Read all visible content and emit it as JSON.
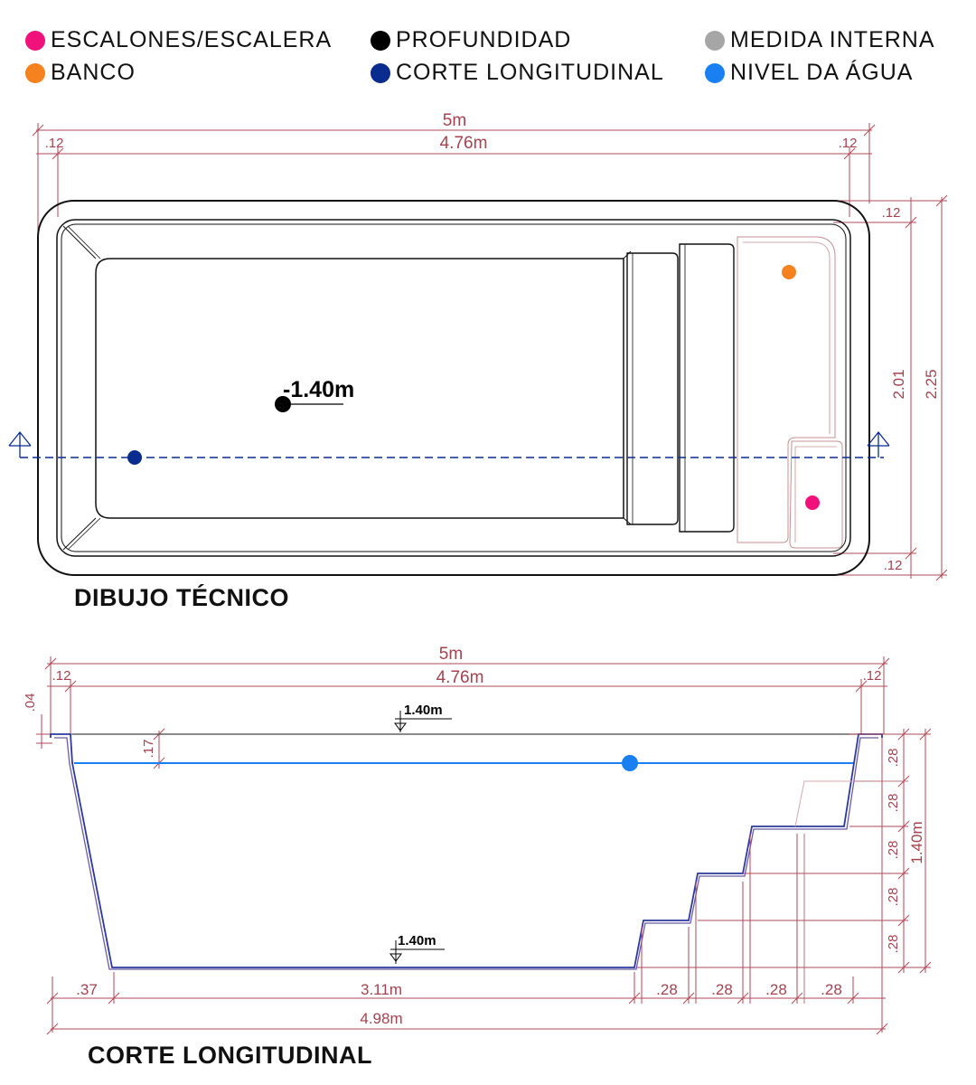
{
  "legend": [
    {
      "label": "ESCALONES/ESCALERA",
      "color": "#f0127a"
    },
    {
      "label": "PROFUNDIDAD",
      "color": "#000000"
    },
    {
      "label": "MEDIDA INTERNA",
      "color": "#a6a6a6"
    },
    {
      "label": "BANCO",
      "color": "#f5821f"
    },
    {
      "label": "CORTE LONGITUDINAL",
      "color": "#0b2c8f"
    },
    {
      "label": "NIVEL DA ÁGUA",
      "color": "#1a7ff0"
    }
  ],
  "plan": {
    "title": "DIBUJO TÉCNICO",
    "dim_total_length": "5m",
    "dim_inner_length": "4.76m",
    "dim_wall_left": ".12",
    "dim_wall_right": ".12",
    "dim_wall_top": ".12",
    "dim_wall_bottom": ".12",
    "dim_inner_width": "2.01",
    "dim_total_width": "2.25",
    "depth_label": "-1.40m"
  },
  "section": {
    "title": "CORTE LONGITUDINAL",
    "dim_total_length": "5m",
    "dim_inner_length": "4.76m",
    "dim_wall_left": ".12",
    "dim_wall_right": ".12",
    "dim_rim": ".04",
    "dim_water_gap": ".17",
    "level_top": "1.40m",
    "level_bottom": "1.40m",
    "step_heights": [
      ".28",
      ".28",
      ".28",
      ".28",
      ".28"
    ],
    "dim_depth": "1.40m",
    "bottom_dims": [
      ".37",
      "3.11m",
      ".28",
      ".28",
      ".28",
      ".28"
    ],
    "dim_total_bottom": "4.98m"
  }
}
